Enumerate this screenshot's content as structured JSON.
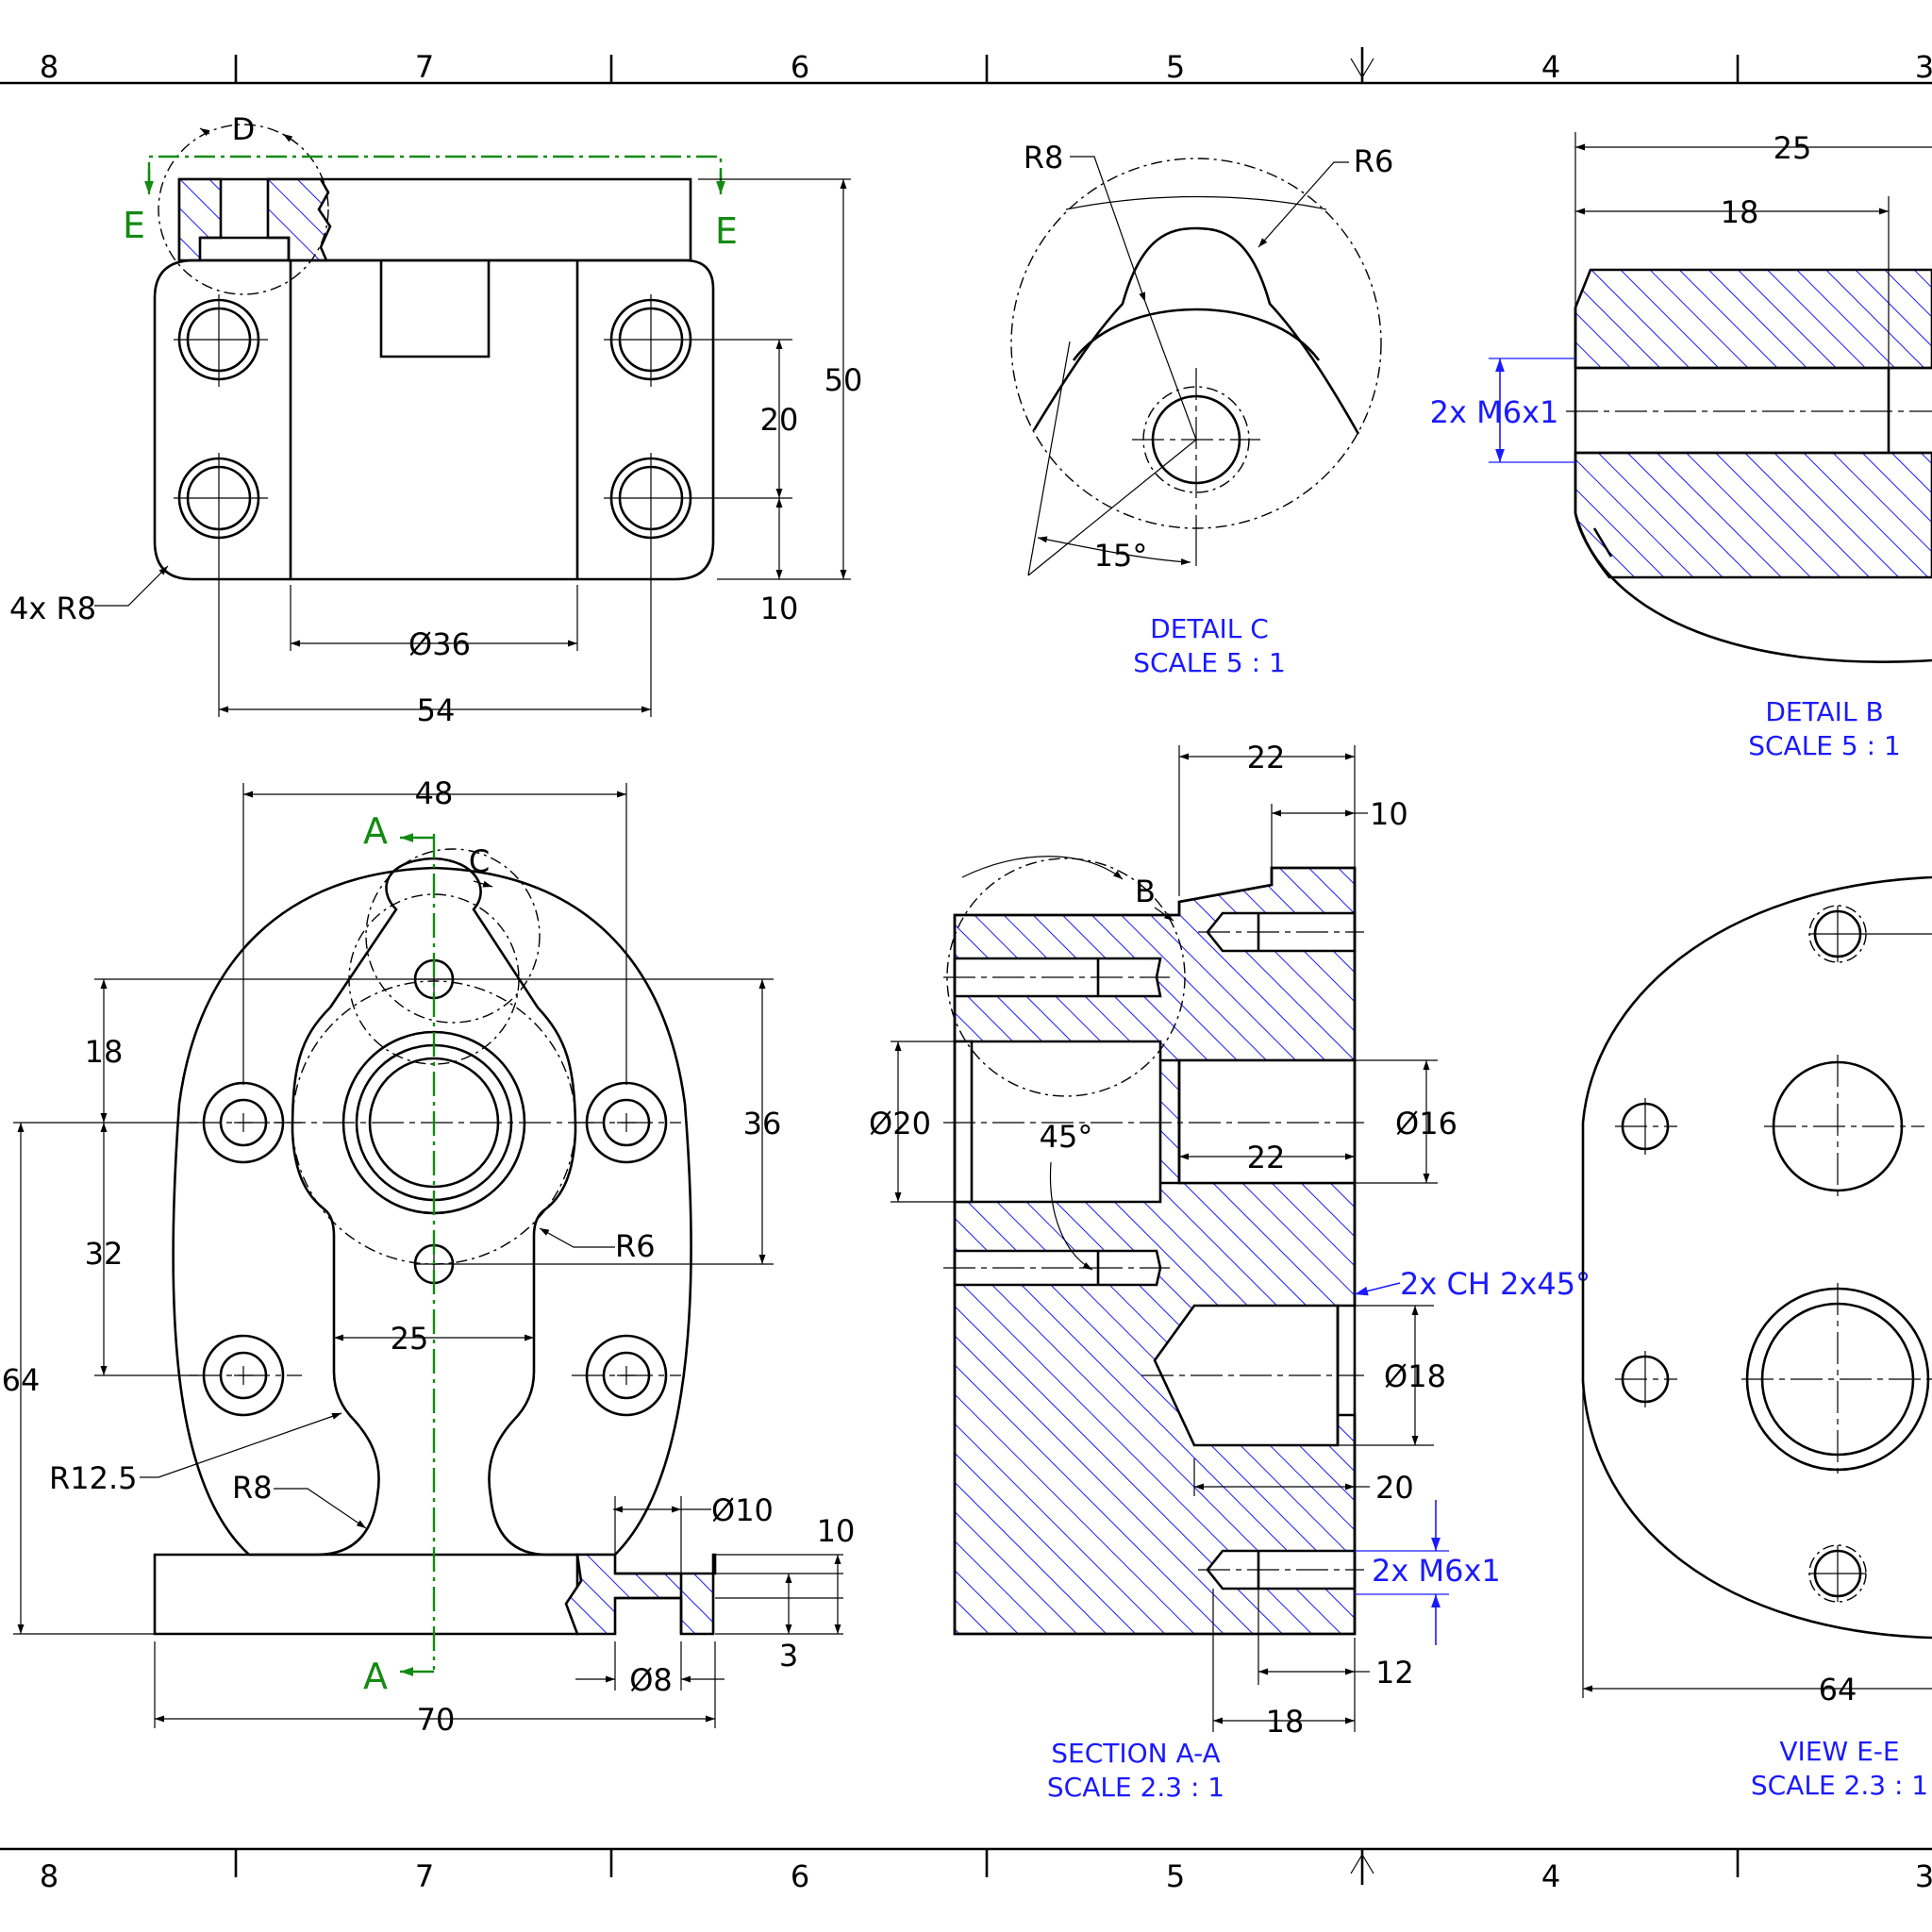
{
  "drawing": {
    "zones": [
      "8",
      "7",
      "6",
      "5",
      "4",
      "3"
    ],
    "section_letters": {
      "a": "A",
      "c": "C",
      "d": "D",
      "e": "E",
      "b": "B"
    },
    "labels": {
      "section_aa_title": "SECTION A-A",
      "section_aa_scale": "SCALE 2.3 : 1",
      "detail_c_title": "DETAIL  C",
      "detail_c_scale": "SCALE 5 : 1",
      "detail_b_title": "DETAIL  B",
      "detail_b_scale": "SCALE 5 : 1",
      "view_ee_title": "VIEW E-E",
      "view_ee_scale": "SCALE 2.3 : 1"
    },
    "dims": {
      "top": {
        "r8x4": "4x R8",
        "d36": "Ø36",
        "d54": "54",
        "d20": "20",
        "d50": "50",
        "d10": "10"
      },
      "front": {
        "d48": "48",
        "d18": "18",
        "d36": "36",
        "d64": "64",
        "d32": "32",
        "d25": "25",
        "r6": "R6",
        "r12_5": "R12.5",
        "r8": "R8",
        "dia10": "Ø10",
        "d10": "10",
        "d3": "3",
        "dia8": "Ø8",
        "d70": "70"
      },
      "section": {
        "d22a": "22",
        "d10": "10",
        "dia20": "Ø20",
        "ang45": "45°",
        "d22b": "22",
        "dia16": "Ø16",
        "ch": "2x CH 2x45°",
        "dia18": "Ø18",
        "d20": "20",
        "m6": "2x M6x1",
        "d12": "12",
        "d18": "18"
      },
      "detail_c": {
        "r8": "R8",
        "r6": "R6",
        "ang15": "15°"
      },
      "detail_b": {
        "d25": "25",
        "d18": "18",
        "m6": "2x M6x1"
      },
      "view_ee": {
        "d64": "64"
      }
    }
  }
}
